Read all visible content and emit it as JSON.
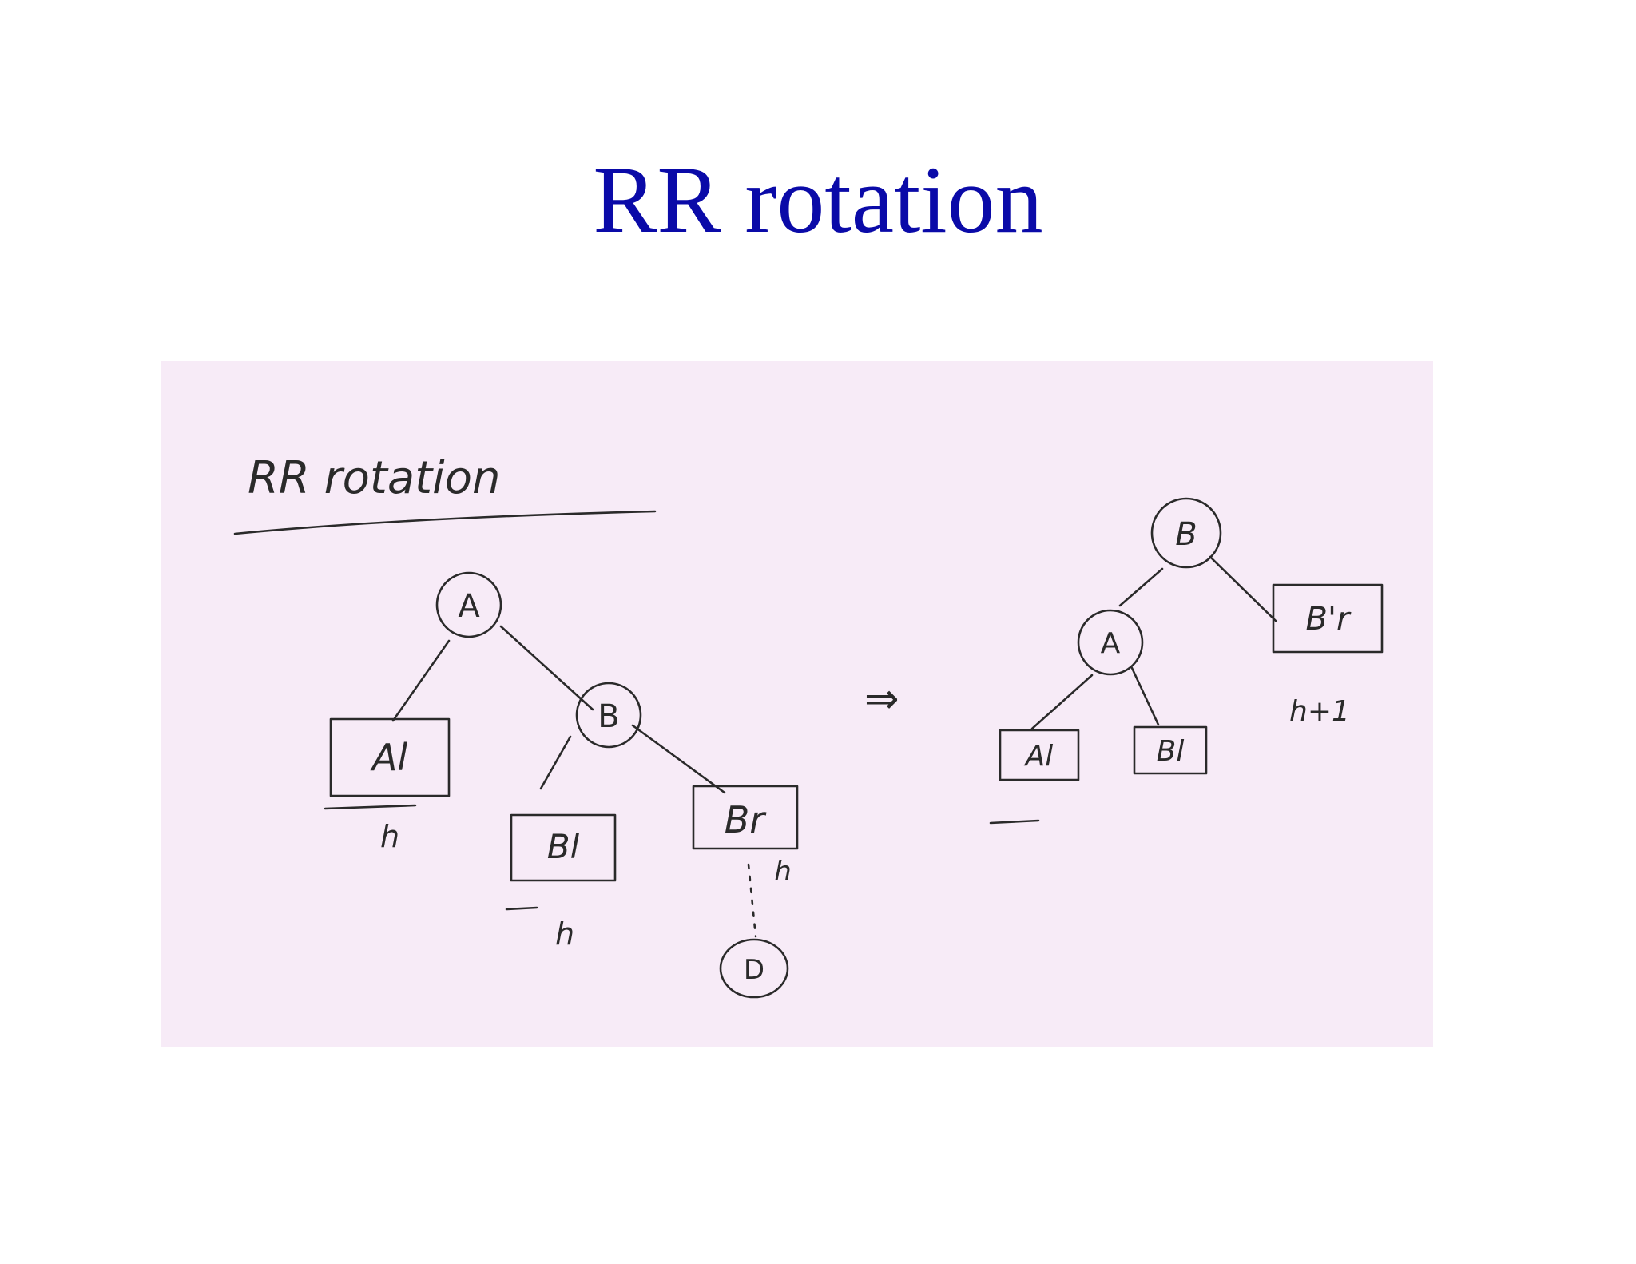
{
  "slide": {
    "title": "RR rotation"
  },
  "sketch": {
    "heading": "RR rotation",
    "arrow": "⇒",
    "before": {
      "nodes": {
        "a": "A",
        "b": "B",
        "d": "D"
      },
      "subtrees": {
        "al": "Al",
        "bl": "Bl",
        "br": "Br"
      },
      "heights": {
        "al": "h",
        "bl": "h",
        "br": "h"
      }
    },
    "after": {
      "nodes": {
        "b": "B",
        "a": "A"
      },
      "subtrees": {
        "al": "Al",
        "bl": "Bl",
        "br": "B'r"
      },
      "heights": {
        "br": "h+1"
      }
    }
  },
  "colors": {
    "title": "#0a0aa8",
    "paper": "#f7ebf7",
    "ink": "#2a2a2a"
  }
}
